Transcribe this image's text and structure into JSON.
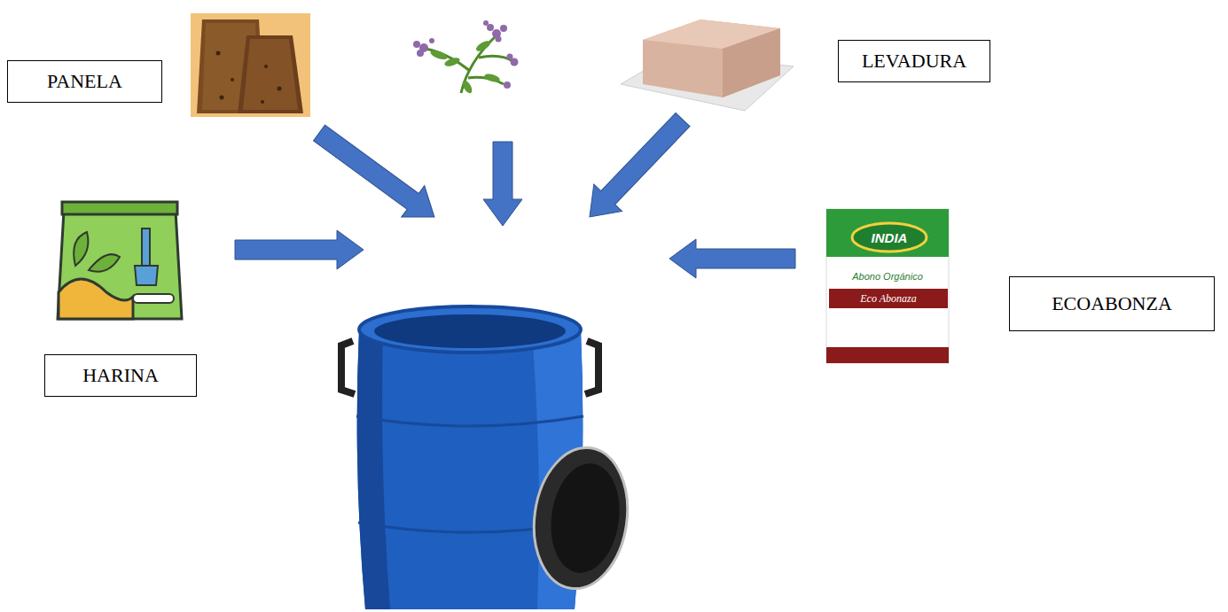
{
  "diagram": {
    "nodes": [
      {
        "text": [
          "PANELA"
        ]
      },
      {
        "text": [
          "LEVADURA"
        ]
      },
      {
        "text": [
          "HARINA"
        ]
      },
      {
        "text": [
          "ECOABONZA"
        ]
      }
    ],
    "labels": [
      "INDIA",
      "Abono Orgánico",
      "Eco Abonaza"
    ]
  }
}
